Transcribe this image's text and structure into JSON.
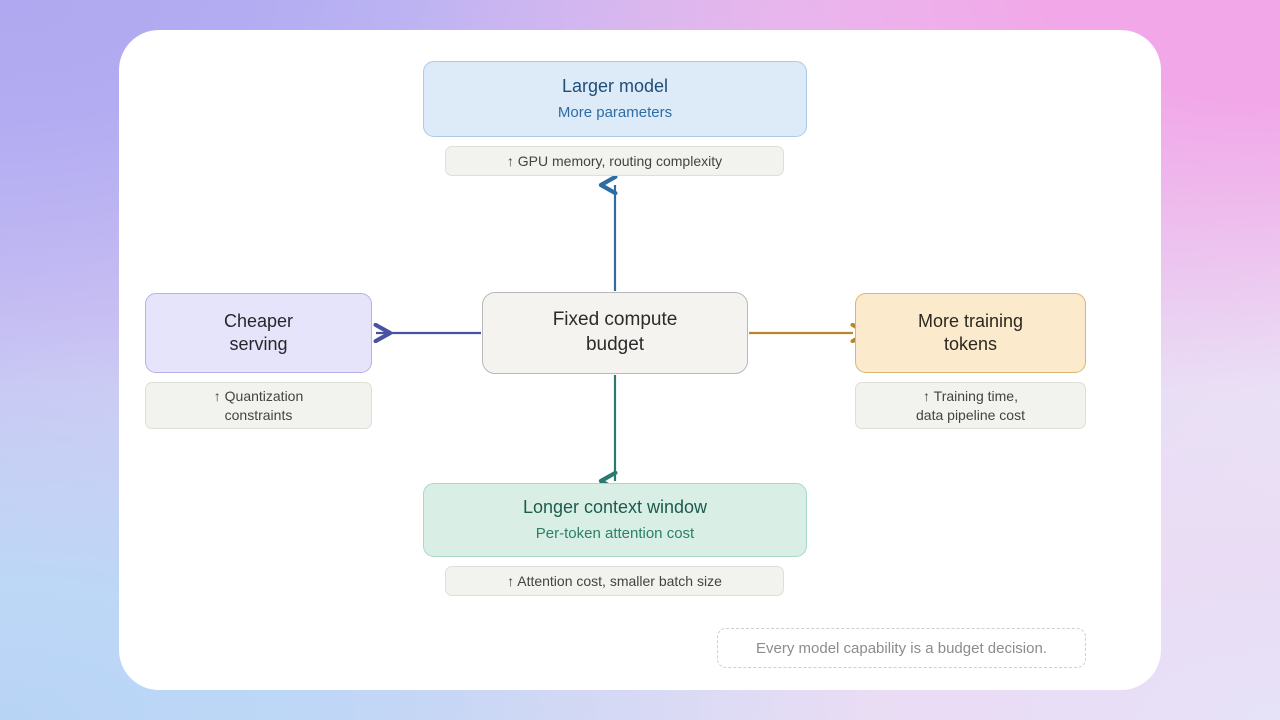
{
  "diagram": {
    "center": {
      "title": "Fixed compute\nbudget"
    },
    "nodes": [
      {
        "id": "top",
        "title": "Larger model",
        "sub": "More parameters",
        "caption": "↑ GPU memory, routing complexity",
        "color": "#ddeaf8",
        "border": "#a9cbe8",
        "arrow_color": "#2e6da4",
        "direction": "up"
      },
      {
        "id": "left",
        "title": "Cheaper\nserving",
        "sub": "",
        "caption": "↑ Quantization\nconstraints",
        "color": "#e6e4fb",
        "border": "#b6b1ec",
        "arrow_color": "#4a52a3",
        "direction": "left"
      },
      {
        "id": "right",
        "title": "More training\ntokens",
        "sub": "",
        "caption": "↑ Training time,\ndata pipeline cost",
        "color": "#fbeacb",
        "border": "#ddb470",
        "arrow_color": "#b8862b",
        "direction": "right"
      },
      {
        "id": "bottom",
        "title": "Longer context window",
        "sub": "Per-token attention cost",
        "caption": "↑ Attention cost, smaller batch size",
        "color": "#d9efe6",
        "border": "#a8d9c8",
        "arrow_color": "#2b7a70",
        "direction": "down"
      }
    ],
    "footer_note": "Every model capability is a budget decision."
  }
}
